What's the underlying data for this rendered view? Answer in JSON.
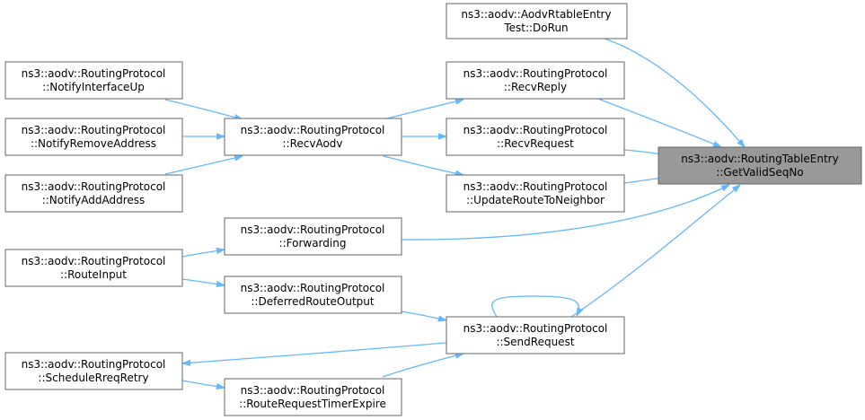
{
  "nodes": {
    "get_valid_seq_no": {
      "line1": "ns3::aodv::RoutingTableEntry",
      "line2": "::GetValidSeqNo"
    },
    "aodv_rtable_entry_test": {
      "line1": "ns3::aodv::AodvRtableEntry",
      "line2": "Test::DoRun"
    },
    "recv_reply": {
      "line1": "ns3::aodv::RoutingProtocol",
      "line2": "::RecvReply"
    },
    "recv_request": {
      "line1": "ns3::aodv::RoutingProtocol",
      "line2": "::RecvRequest"
    },
    "update_route_to_neighbor": {
      "line1": "ns3::aodv::RoutingProtocol",
      "line2": "::UpdateRouteToNeighbor"
    },
    "recv_aodv": {
      "line1": "ns3::aodv::RoutingProtocol",
      "line2": "::RecvAodv"
    },
    "notify_interface_up": {
      "line1": "ns3::aodv::RoutingProtocol",
      "line2": "::NotifyInterfaceUp"
    },
    "notify_remove_address": {
      "line1": "ns3::aodv::RoutingProtocol",
      "line2": "::NotifyRemoveAddress"
    },
    "notify_add_address": {
      "line1": "ns3::aodv::RoutingProtocol",
      "line2": "::NotifyAddAddress"
    },
    "forwarding": {
      "line1": "ns3::aodv::RoutingProtocol",
      "line2": "::Forwarding"
    },
    "route_input": {
      "line1": "ns3::aodv::RoutingProtocol",
      "line2": "::RouteInput"
    },
    "deferred_route_output": {
      "line1": "ns3::aodv::RoutingProtocol",
      "line2": "::DeferredRouteOutput"
    },
    "send_request": {
      "line1": "ns3::aodv::RoutingProtocol",
      "line2": "::SendRequest"
    },
    "schedule_rreq_retry": {
      "line1": "ns3::aodv::RoutingProtocol",
      "line2": "::ScheduleRreqRetry"
    },
    "route_request_timer_expire": {
      "line1": "ns3::aodv::RoutingProtocol",
      "line2": "::RouteRequestTimerExpire"
    }
  },
  "edges": [
    {
      "from": "aodv_rtable_entry_test",
      "to": "get_valid_seq_no"
    },
    {
      "from": "recv_reply",
      "to": "get_valid_seq_no"
    },
    {
      "from": "recv_request",
      "to": "get_valid_seq_no"
    },
    {
      "from": "update_route_to_neighbor",
      "to": "get_valid_seq_no"
    },
    {
      "from": "forwarding",
      "to": "get_valid_seq_no"
    },
    {
      "from": "send_request",
      "to": "get_valid_seq_no"
    },
    {
      "from": "recv_aodv",
      "to": "recv_reply"
    },
    {
      "from": "recv_aodv",
      "to": "recv_request"
    },
    {
      "from": "recv_aodv",
      "to": "update_route_to_neighbor"
    },
    {
      "from": "notify_interface_up",
      "to": "recv_aodv"
    },
    {
      "from": "notify_remove_address",
      "to": "recv_aodv"
    },
    {
      "from": "notify_add_address",
      "to": "recv_aodv"
    },
    {
      "from": "route_input",
      "to": "forwarding"
    },
    {
      "from": "route_input",
      "to": "deferred_route_output"
    },
    {
      "from": "deferred_route_output",
      "to": "send_request"
    },
    {
      "from": "send_request",
      "to": "send_request"
    },
    {
      "from": "send_request",
      "to": "schedule_rreq_retry"
    },
    {
      "from": "route_request_timer_expire",
      "to": "send_request"
    },
    {
      "from": "schedule_rreq_retry",
      "to": "route_request_timer_expire"
    }
  ],
  "colors": {
    "edge": "#63b8ff",
    "node_border": "#666666",
    "node_fill": "#ffffff",
    "highlight_fill": "#999999"
  }
}
